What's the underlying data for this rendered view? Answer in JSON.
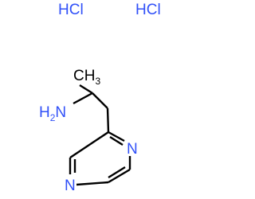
{
  "diagram": {
    "salts": [
      {
        "formula": "HCl"
      },
      {
        "formula": "HCl"
      }
    ],
    "substituents": {
      "methyl": {
        "main": "CH",
        "sub": "3"
      },
      "amine": {
        "main": "H",
        "sub": "2",
        "tail": "N"
      }
    },
    "ring_atoms": {
      "n1": "N",
      "n4": "N"
    },
    "colors": {
      "carbon_bond": "#000000",
      "nitrogen": "#3050F8",
      "salt": "#3050F8",
      "background": "#ffffff"
    }
  }
}
